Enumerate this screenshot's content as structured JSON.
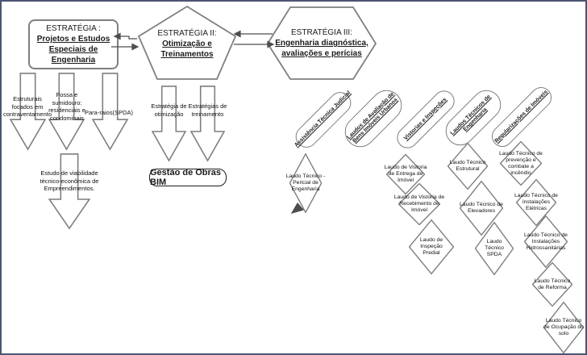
{
  "colors": {
    "canvas_border": "#4c5672",
    "shape_stroke": "#7f7f7f",
    "text": "#1a1a1a"
  },
  "strategies": [
    {
      "heading": "ESTRATÉGIA :",
      "title_lines": [
        "Projetos e Estudos",
        "Especiais de",
        "Engenharia"
      ]
    },
    {
      "heading": "ESTRATÉGIA II:",
      "title_lines": [
        "Otimização e",
        "Treinamentos"
      ]
    },
    {
      "heading": "ESTRATÉGIA III:",
      "title_lines": [
        "Engenharia diagnóstica,",
        "avaliações e perícias"
      ]
    }
  ],
  "left_branch": {
    "arrows": [
      "Estruturais focados em contraventamento",
      "Fossa e sumidouro: residenciais e condominais",
      "Para-raios(SPDA)",
      "Estudo de viabilidade técnico-econômica de Empreendimentos."
    ]
  },
  "middle_branch": {
    "arrows": [
      "Estratégia de otimização",
      "Estratégias de treinamento"
    ],
    "result_box": "Gestão de Obras BIM"
  },
  "right_branch": {
    "columns": [
      {
        "pill": "Assistência Técnica Judicial",
        "diamonds": [
          "Laudo Técnico - Pericial de Engenharia"
        ]
      },
      {
        "pill": "Laudos de Avaliação de Bens Imóveis Urbanos",
        "diamonds": []
      },
      {
        "pill": "Vistorias e Inspeções",
        "diamonds": [
          "Laudo de Vistoria de Entrega de Imóvel",
          "Laudo de Vistoria de Recebimento de Imóvel",
          "Laudo de Inspeção Predial"
        ]
      },
      {
        "pill": "Laudos Técnicos de Engenharia",
        "diamonds": [
          "Laudo Técnico Estrutural",
          "Laudo Técnico de Elevadores",
          "Laudo Técnico SPDA"
        ]
      },
      {
        "pill": "Regularizações de Imóveis",
        "diamonds": [
          "Laudo Técnico de prevenção e combate a incêndio",
          "Laudo Técnico de instalações Elétricas",
          "Laudo Técnico de Instalações Hidrossanitárias",
          "Laudo Técnico de Reforma",
          "Laudo Técnico de Ocupação do solo"
        ]
      }
    ]
  }
}
